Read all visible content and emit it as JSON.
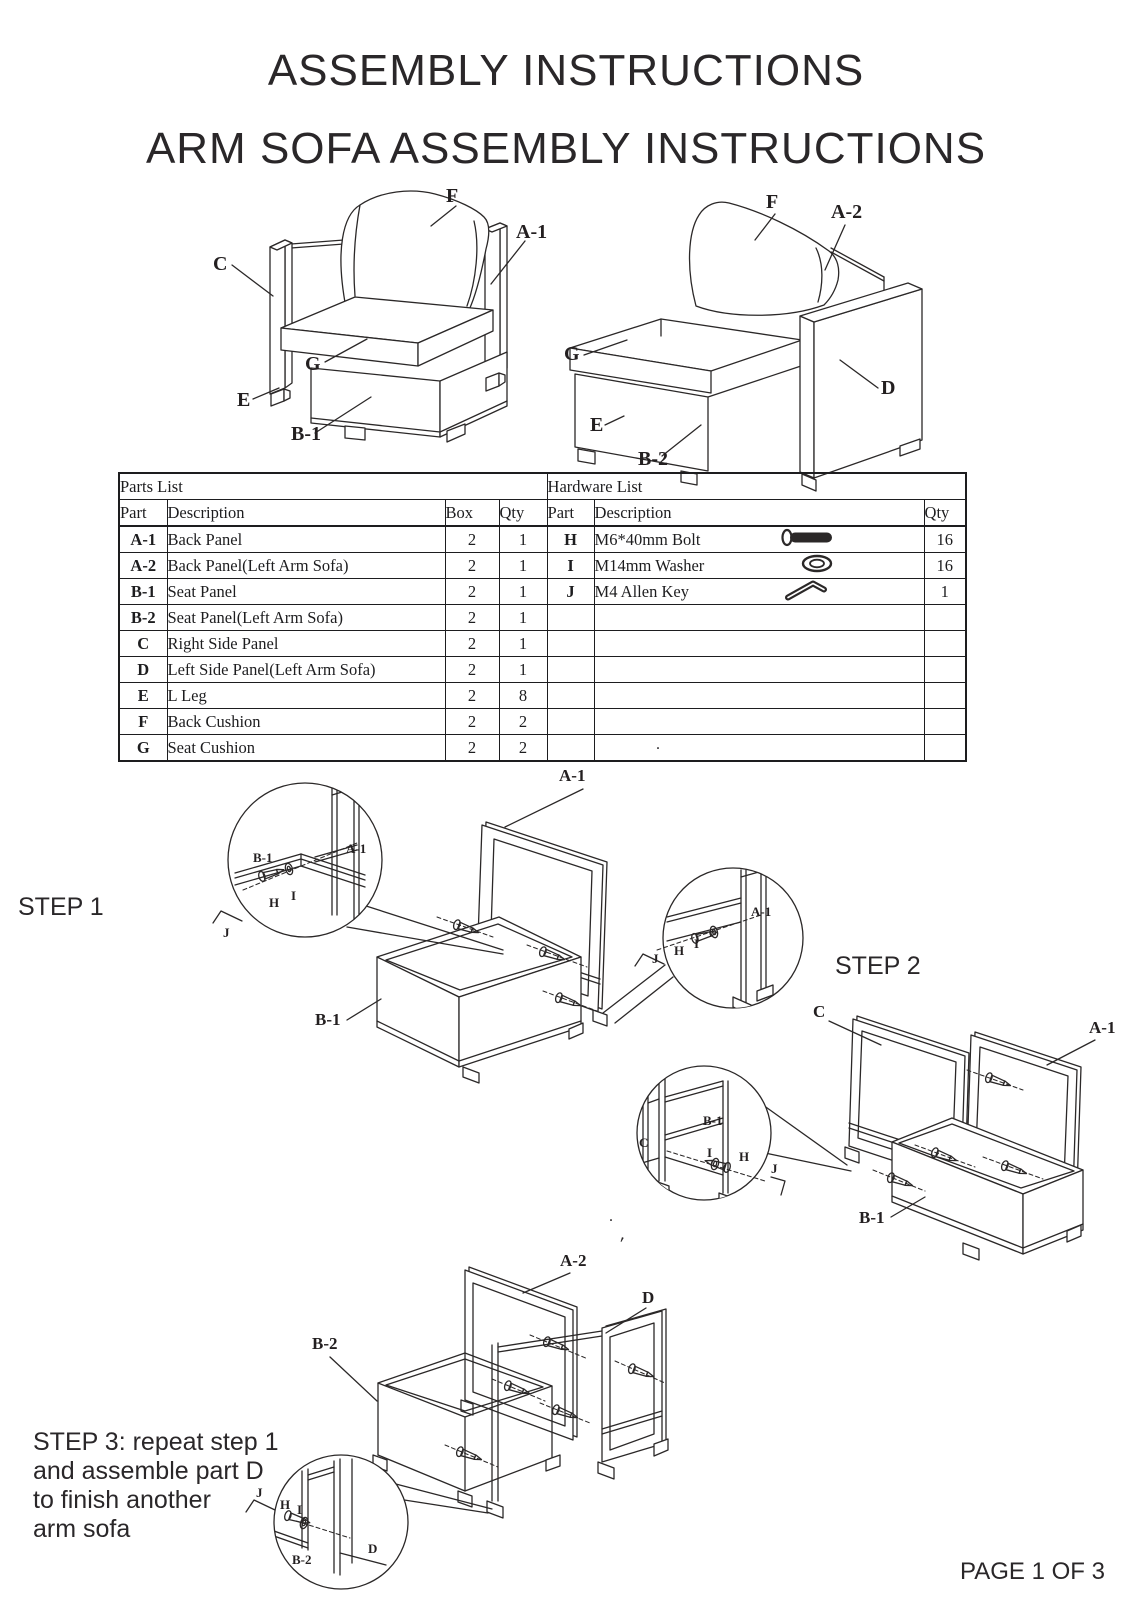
{
  "page": {
    "background": "#ffffff",
    "ink": "#231f20"
  },
  "header": {
    "title": "ASSEMBLY INSTRUCTIONS",
    "subtitle": "ARM SOFA ASSEMBLY INSTRUCTIONS"
  },
  "figure_right_arm": {
    "labels": {
      "c": "C",
      "f": "F",
      "a1": "A-1",
      "g": "G",
      "e": "E",
      "b1": "B-1"
    }
  },
  "figure_left_arm": {
    "labels": {
      "f": "F",
      "a2": "A-2",
      "g": "G",
      "d": "D",
      "e": "E",
      "b2": "B-2"
    }
  },
  "parts_table": {
    "title": "Parts List",
    "headers": {
      "part": "Part",
      "description": "Description",
      "box": "Box",
      "qty": "Qty"
    },
    "rows": [
      {
        "part": "A-1",
        "description": "Back Panel",
        "box": "2",
        "qty": "1"
      },
      {
        "part": "A-2",
        "description": "Back Panel(Left Arm Sofa)",
        "box": "2",
        "qty": "1"
      },
      {
        "part": "B-1",
        "description": "Seat Panel",
        "box": "2",
        "qty": "1"
      },
      {
        "part": "B-2",
        "description": "Seat Panel(Left Arm Sofa)",
        "box": "2",
        "qty": "1"
      },
      {
        "part": "C",
        "description": "Right Side Panel",
        "box": "2",
        "qty": "1"
      },
      {
        "part": "D",
        "description": "Left Side Panel(Left Arm Sofa)",
        "box": "2",
        "qty": "1"
      },
      {
        "part": "E",
        "description": "L Leg",
        "box": "2",
        "qty": "8"
      },
      {
        "part": "F",
        "description": "Back Cushion",
        "box": "2",
        "qty": "2"
      },
      {
        "part": "G",
        "description": "Seat Cushion",
        "box": "2",
        "qty": "2"
      }
    ]
  },
  "hardware_table": {
    "title": "Hardware List",
    "headers": {
      "part": "Part",
      "description": "Description",
      "qty": "Qty"
    },
    "rows": [
      {
        "part": "H",
        "description": "M6*40mm Bolt",
        "icon": "bolt-icon",
        "qty": "16"
      },
      {
        "part": "I",
        "description": "M14mm Washer",
        "icon": "washer-icon",
        "qty": "16"
      },
      {
        "part": "J",
        "description": "M4 Allen Key",
        "icon": "allen-key-icon",
        "qty": "1"
      }
    ]
  },
  "step1": {
    "title": "STEP 1",
    "callout_left": {
      "b1": "B-1",
      "a1": "A-1",
      "h": "H",
      "i": "I",
      "j": "J"
    },
    "main": {
      "a1": "A-1",
      "b1": "B-1"
    },
    "callout_right": {
      "a1": "A-1",
      "j": "J",
      "h": "H",
      "i": "I"
    }
  },
  "step2": {
    "title": "STEP 2",
    "callout": {
      "c": "C",
      "b1": "B-1",
      "i": "I",
      "h": "H",
      "j": "J"
    },
    "main": {
      "c": "C",
      "a1": "A-1",
      "b1": "B-1"
    }
  },
  "step3": {
    "note_lines": {
      "l1": "STEP 3: repeat step 1",
      "l2": "and assemble part D",
      "l3": "to finish another",
      "l4": "arm sofa"
    },
    "main": {
      "a2": "A-2",
      "d": "D",
      "b2": "B-2"
    },
    "callout": {
      "j": "J",
      "h": "H",
      "i": "I",
      "b2": "B-2",
      "d": "D"
    }
  },
  "footer": {
    "page_indicator": "PAGE 1 OF 3"
  },
  "artifacts": {
    "dot_after_table": ".",
    "dot_mid": ".",
    "tick_mark": "'"
  }
}
